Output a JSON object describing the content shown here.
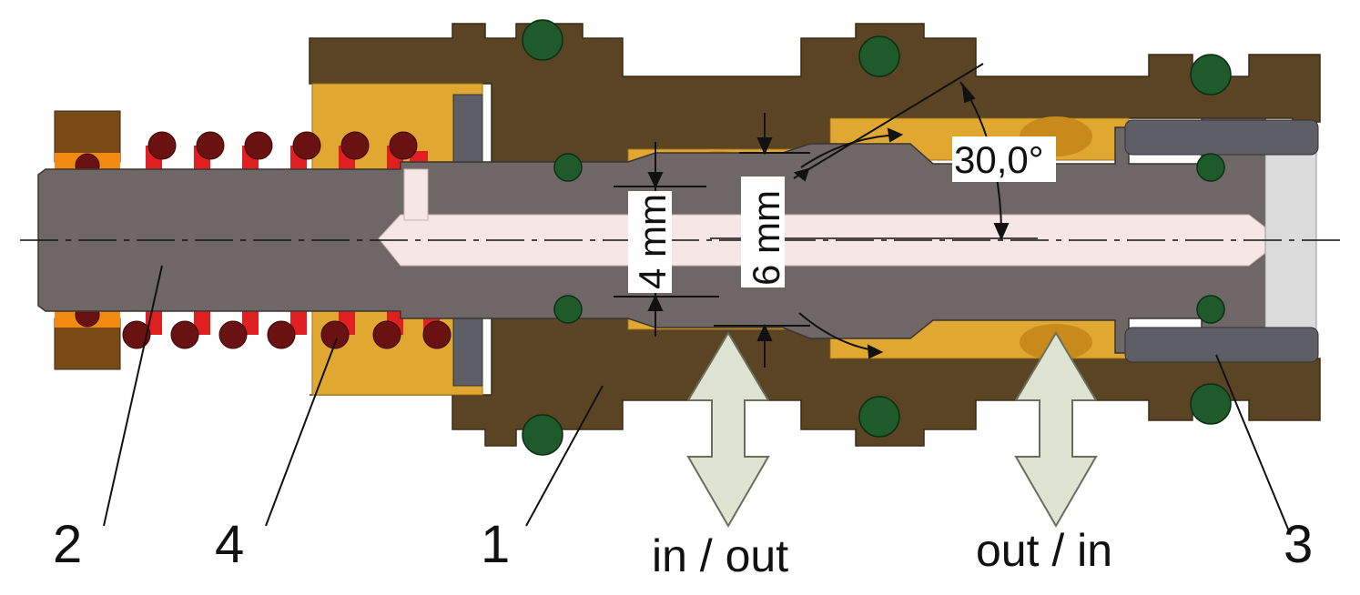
{
  "colors": {
    "housing": "#5a4424",
    "body_grey": "#6f6666",
    "bore": "#f6e6e6",
    "brass": "#e0a830",
    "spring": "#e02020",
    "spring_section": "#6a1212",
    "oring": "#1e5a2a",
    "arrow_fill": "#dfe4d2",
    "nut": "#7a4a16"
  },
  "parts": {
    "p1": "1",
    "p2": "2",
    "p3": "3",
    "p4": "4"
  },
  "flow": {
    "left": "in / out",
    "right": "out / in"
  },
  "dimensions": {
    "inner": "4 mm",
    "outer": "6 mm",
    "angle": "30,0°"
  }
}
